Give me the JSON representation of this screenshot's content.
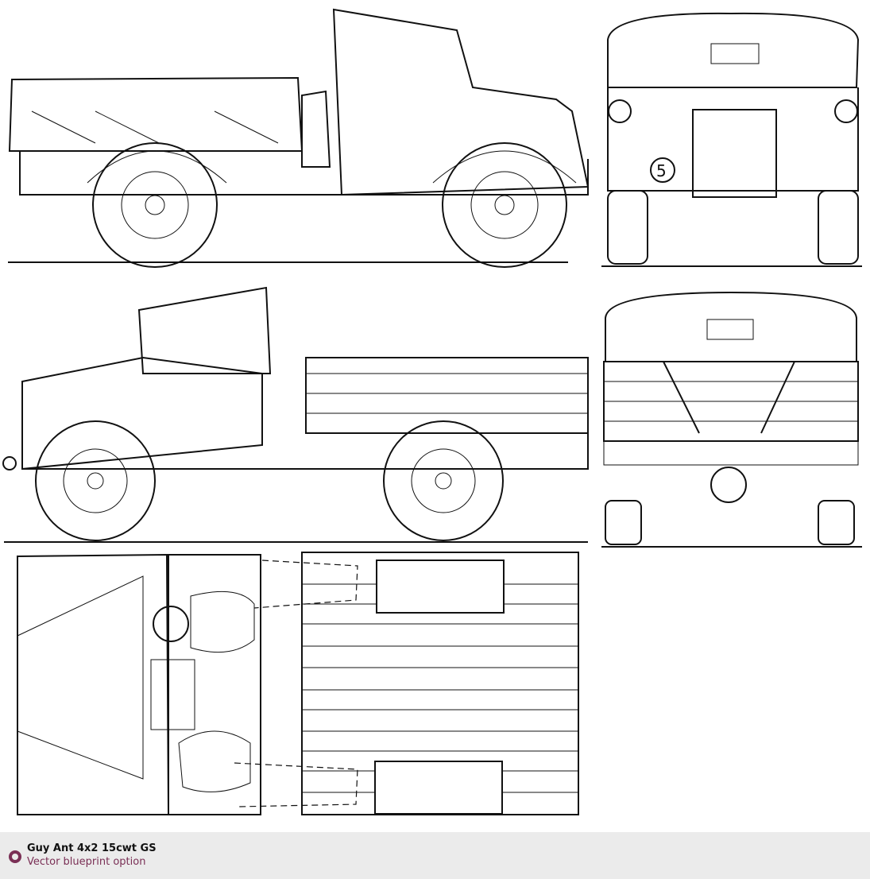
{
  "blueprint": {
    "views": [
      "side-left",
      "front",
      "side-right",
      "rear",
      "top"
    ],
    "plate_number": "5"
  },
  "caption": {
    "title": "Guy Ant 4x2 15cwt GS",
    "subtitle": "Vector blueprint option",
    "accent_color": "#7a2f55"
  }
}
